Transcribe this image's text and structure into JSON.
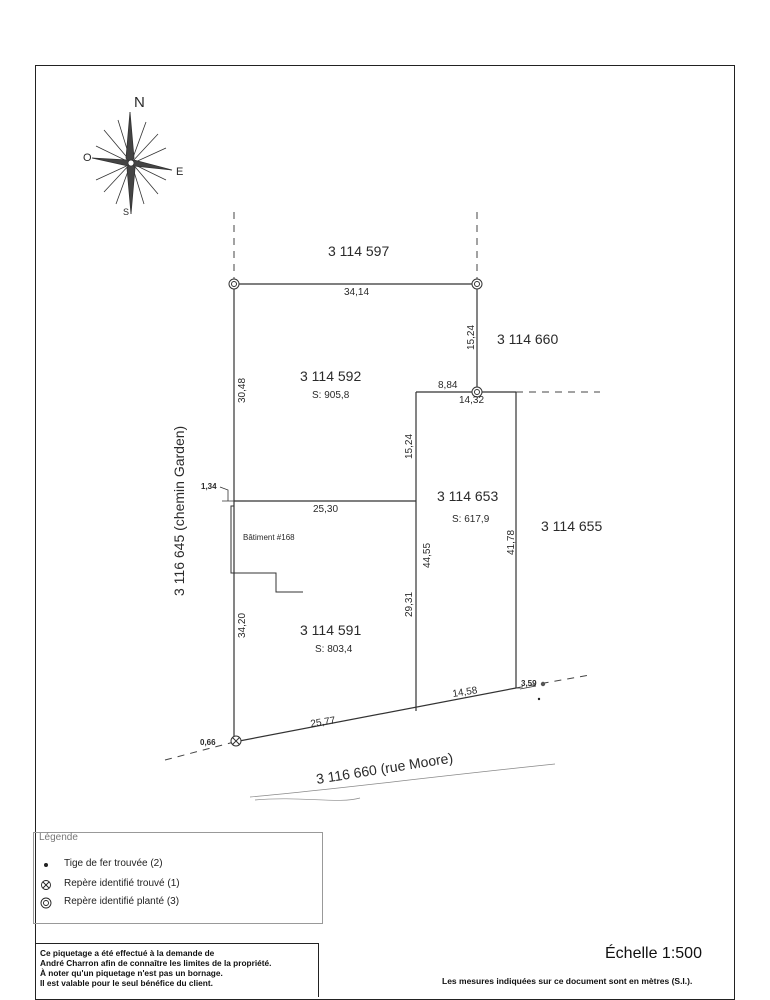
{
  "compass": {
    "north": "N",
    "south": "S",
    "east": "E",
    "west": "O"
  },
  "lots": {
    "lot_597": {
      "number": "3 114 597"
    },
    "lot_660": {
      "number": "3 114 660"
    },
    "lot_592": {
      "number": "3 114 592",
      "area": "S: 905,8"
    },
    "lot_653": {
      "number": "3 114 653",
      "area": "S: 617,9"
    },
    "lot_655": {
      "number": "3 114 655"
    },
    "lot_591": {
      "number": "3 114 591",
      "area": "S: 803,4"
    }
  },
  "roads": {
    "garden": "3 116 645 (chemin Garden)",
    "moore": "3 116 660 (rue Moore)"
  },
  "building_label": "Bâtiment #168",
  "dimensions": {
    "d_34_14": "34,14",
    "d_15_24_a": "15,24",
    "d_30_48": "30,48",
    "d_8_84": "8,84",
    "d_14_32": "14,32",
    "d_15_24_b": "15,24",
    "d_1_34": "1,34",
    "d_25_30": "25,30",
    "d_44_55": "44,55",
    "d_41_78": "41,78",
    "d_34_20": "34,20",
    "d_29_31": "29,31",
    "d_3_59": "3,59",
    "d_14_58": "14,58",
    "d_25_77": "25,77",
    "d_0_66": "0,66"
  },
  "legend": {
    "title": "Légende",
    "items": [
      {
        "label": "Tige de fer trouvée (2)",
        "icon": "dot-icon"
      },
      {
        "label": "Repère identifié trouvé (1)",
        "icon": "circle-x-icon"
      },
      {
        "label": "Repère identifié planté (3)",
        "icon": "planted-marker-icon"
      }
    ]
  },
  "disclaimer": {
    "line1": "Ce piquetage a été effectué à la demande de",
    "line2": "André Charron afin de connaître les limites de la propriété.",
    "line3": "À noter qu'un piquetage n'est pas un bornage.",
    "line4": "Il est valable pour le seul bénéfice du client."
  },
  "scale_label": "Échelle 1:500",
  "units_note": "Les mesures indiquées sur ce document sont en mètres (S.I.)."
}
